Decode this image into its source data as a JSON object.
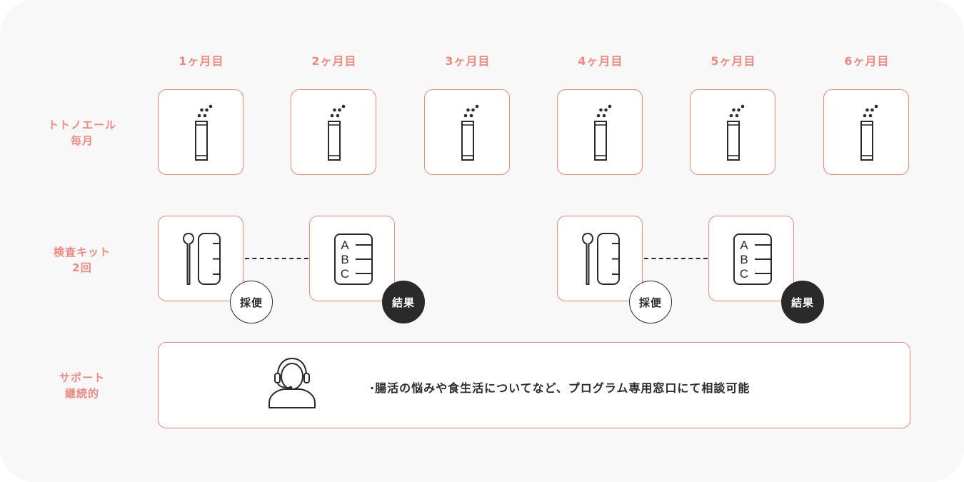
{
  "months": [
    "1ヶ月目",
    "2ヶ月目",
    "3ヶ月目",
    "4ヶ月目",
    "5ヶ月目",
    "6ヶ月目"
  ],
  "rows": {
    "totonoeru": {
      "line1": "トトノエール",
      "line2": "毎月",
      "icon": "stick-pack-icon"
    },
    "kit": {
      "line1": "検査キット",
      "line2": "2回"
    },
    "support": {
      "line1": "サポート",
      "line2": "継続的"
    }
  },
  "kit_steps": {
    "sampling": {
      "badge": "採便",
      "icon": "sampling-kit-icon"
    },
    "result": {
      "badge": "結果",
      "icon": "result-report-icon",
      "letters": [
        "A",
        "B",
        "C"
      ]
    }
  },
  "support": {
    "text": "·腸活の悩みや食生活についてなど、プログラム専用窓口にて相談可能",
    "icon": "headset-operator-icon"
  },
  "colors": {
    "accent": "#ee8a80",
    "ink": "#2a2a2a",
    "background": "#f8f8f8"
  }
}
